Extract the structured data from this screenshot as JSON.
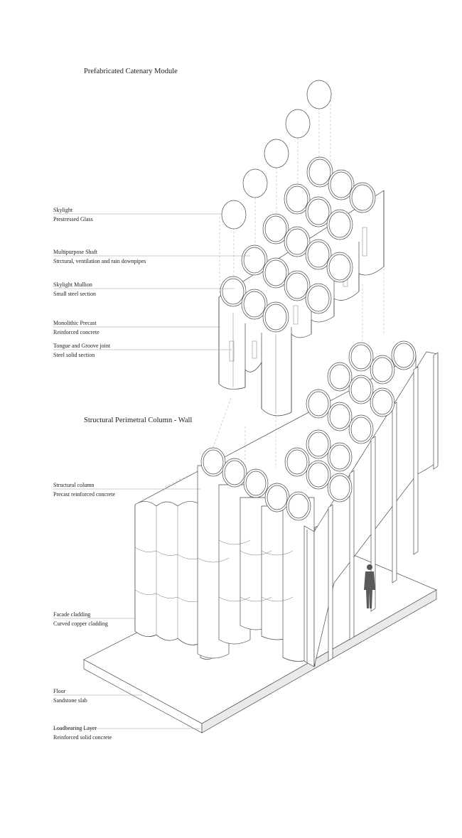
{
  "titles": {
    "module": "Prefabricated Catenary Module",
    "wall": "Structural Perimetral Column - Wall"
  },
  "callouts": [
    {
      "name": "Skylight",
      "detail": "Prestressed Glass"
    },
    {
      "name": "Multipurpose Shaft",
      "detail": "Strctural, ventilation and rain downpipes"
    },
    {
      "name": "Skylight Mullion",
      "detail": "Small steel section"
    },
    {
      "name": "Monolithic Precast",
      "detail": "Reinforced concrete"
    },
    {
      "name": "Tongue and Groove joint",
      "detail": "Steel solid section"
    },
    {
      "name": "Structural column",
      "detail": "Precast reinforced concrete"
    },
    {
      "name": "Facade cladding",
      "detail": "Curved copper cladding"
    },
    {
      "name": "Floor",
      "detail": "Sandstone slab"
    },
    {
      "name": "Loadbearing Layer",
      "detail": "Reinforced solid concrete"
    }
  ]
}
